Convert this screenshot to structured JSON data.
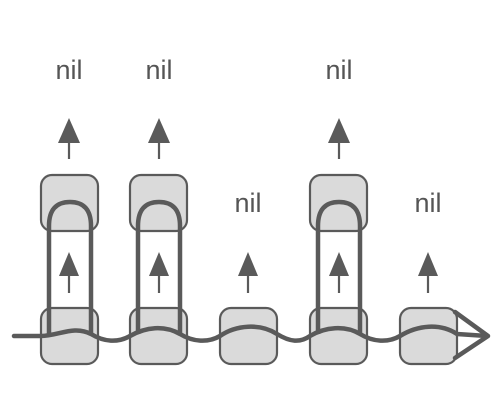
{
  "diagram": {
    "colors": {
      "box_fill": "#dadada",
      "stroke": "#5a5a5a",
      "text": "#555555",
      "background": "#ffffff"
    },
    "labels": {
      "nil_1": "nil",
      "nil_2": "nil",
      "nil_3": "nil",
      "nil_4": "nil",
      "nil_5": "nil"
    }
  }
}
